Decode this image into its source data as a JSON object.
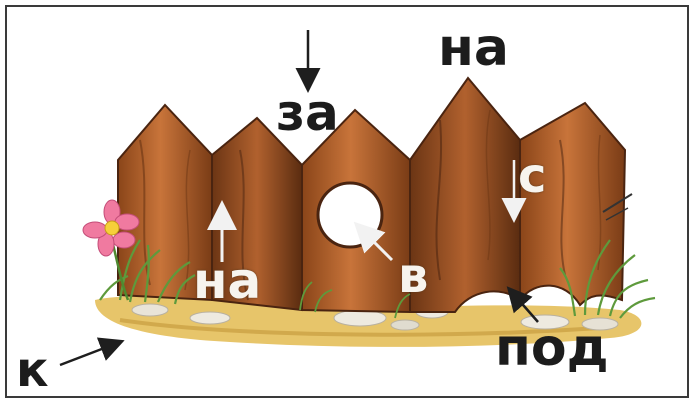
{
  "illustration": {
    "subject": "wooden-fence-prepositions",
    "colors": {
      "wood_light": "#c8743a",
      "wood_dark": "#6b3514",
      "wood_mid": "#a3562a",
      "ground": "#e7c56a",
      "grass": "#5e9a3c",
      "flower": "#f07aa0",
      "arrow": "#1e1e1e"
    }
  },
  "labels": {
    "na_top": "на",
    "za": "за",
    "na_fence": "на",
    "v": "в",
    "s": "с",
    "pod": "под",
    "k": "к"
  }
}
